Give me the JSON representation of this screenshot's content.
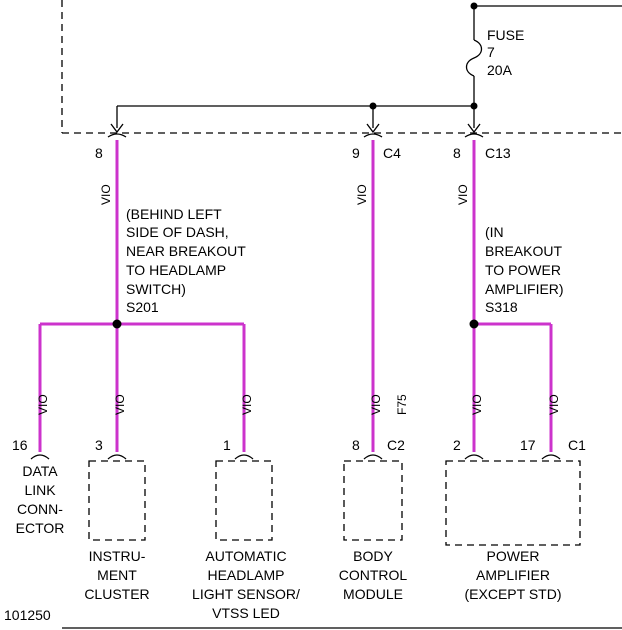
{
  "fuse": {
    "label": "FUSE",
    "number": "7",
    "rating": "20A"
  },
  "connectors": {
    "left": {
      "pin": "8"
    },
    "middle": {
      "pin": "9",
      "id": "C4"
    },
    "right": {
      "pin": "8",
      "id": "C13"
    }
  },
  "wire_color": "VIO",
  "splice_s201": {
    "lines": [
      "(BEHIND LEFT",
      "SIDE OF DASH,",
      "NEAR BREAKOUT",
      "TO HEADLAMP",
      "SWITCH)",
      "S201"
    ]
  },
  "splice_s318": {
    "lines": [
      "(IN",
      "BREAKOUT",
      "TO POWER",
      "AMPLIFIER)",
      "S318"
    ]
  },
  "circuit_f75": "F75",
  "components": {
    "dlc": {
      "pin": "16",
      "lines": [
        "DATA",
        "LINK",
        "CONN-",
        "ECTOR"
      ]
    },
    "cluster": {
      "pin": "3",
      "lines": [
        "INSTRU-",
        "MENT",
        "CLUSTER"
      ]
    },
    "sensor": {
      "pin": "1",
      "lines": [
        "AUTOMATIC",
        "HEADLAMP",
        "LIGHT SENSOR/",
        "VTSS LED"
      ]
    },
    "bcm": {
      "pin": "8",
      "connector": "C2",
      "lines": [
        "BODY",
        "CONTROL",
        "MODULE"
      ]
    },
    "amplifier": {
      "pin_a": "2",
      "pin_b": "17",
      "connector": "C1",
      "lines": [
        "POWER",
        "AMPLIFIER",
        "(EXCEPT STD)"
      ]
    }
  },
  "figure_id": "101250",
  "colors": {
    "wire": "#cc33cc",
    "line": "#000000",
    "background": "#ffffff"
  }
}
